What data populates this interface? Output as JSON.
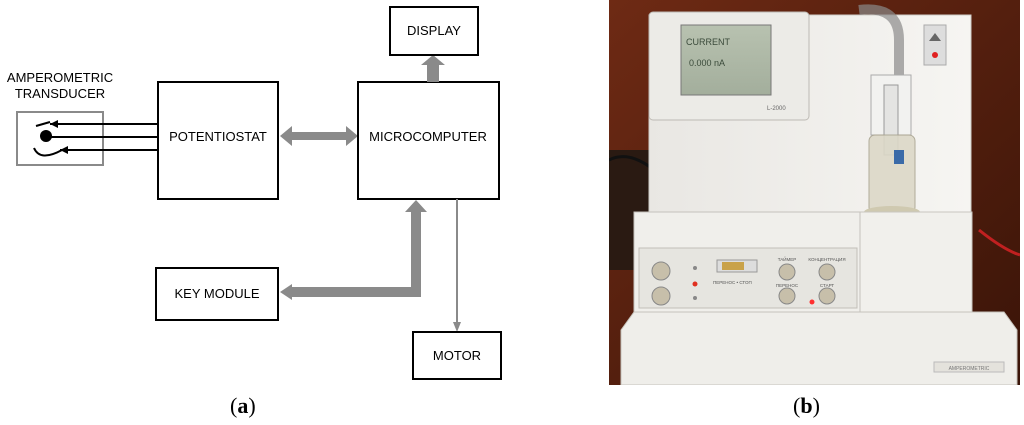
{
  "diagram": {
    "transducer_label_line1": "AMPEROMETRIC",
    "transducer_label_line2": "TRANSDUCER",
    "potentiostat": "POTENTIOSTAT",
    "microcomputer": "MICROCOMPUTER",
    "display": "DISPLAY",
    "key_module": "KEY MODULE",
    "motor": "MOTOR"
  },
  "photo": {
    "screen_line1": "CURRENT",
    "screen_line2": "0.000 nA",
    "model_label": "L-2000",
    "panel_label_left": "ПЕРЕНОС • СТОП",
    "btn_label_1": "ТАЙМЕР",
    "btn_label_2": "КОНЦЕНТРАЦИЯ",
    "btn_label_3": "ПЕРЕНОС",
    "btn_label_4": "СТАРТ",
    "base_plate": "AMPEROMETRIC"
  },
  "captions": {
    "a": "a",
    "b": "b"
  }
}
